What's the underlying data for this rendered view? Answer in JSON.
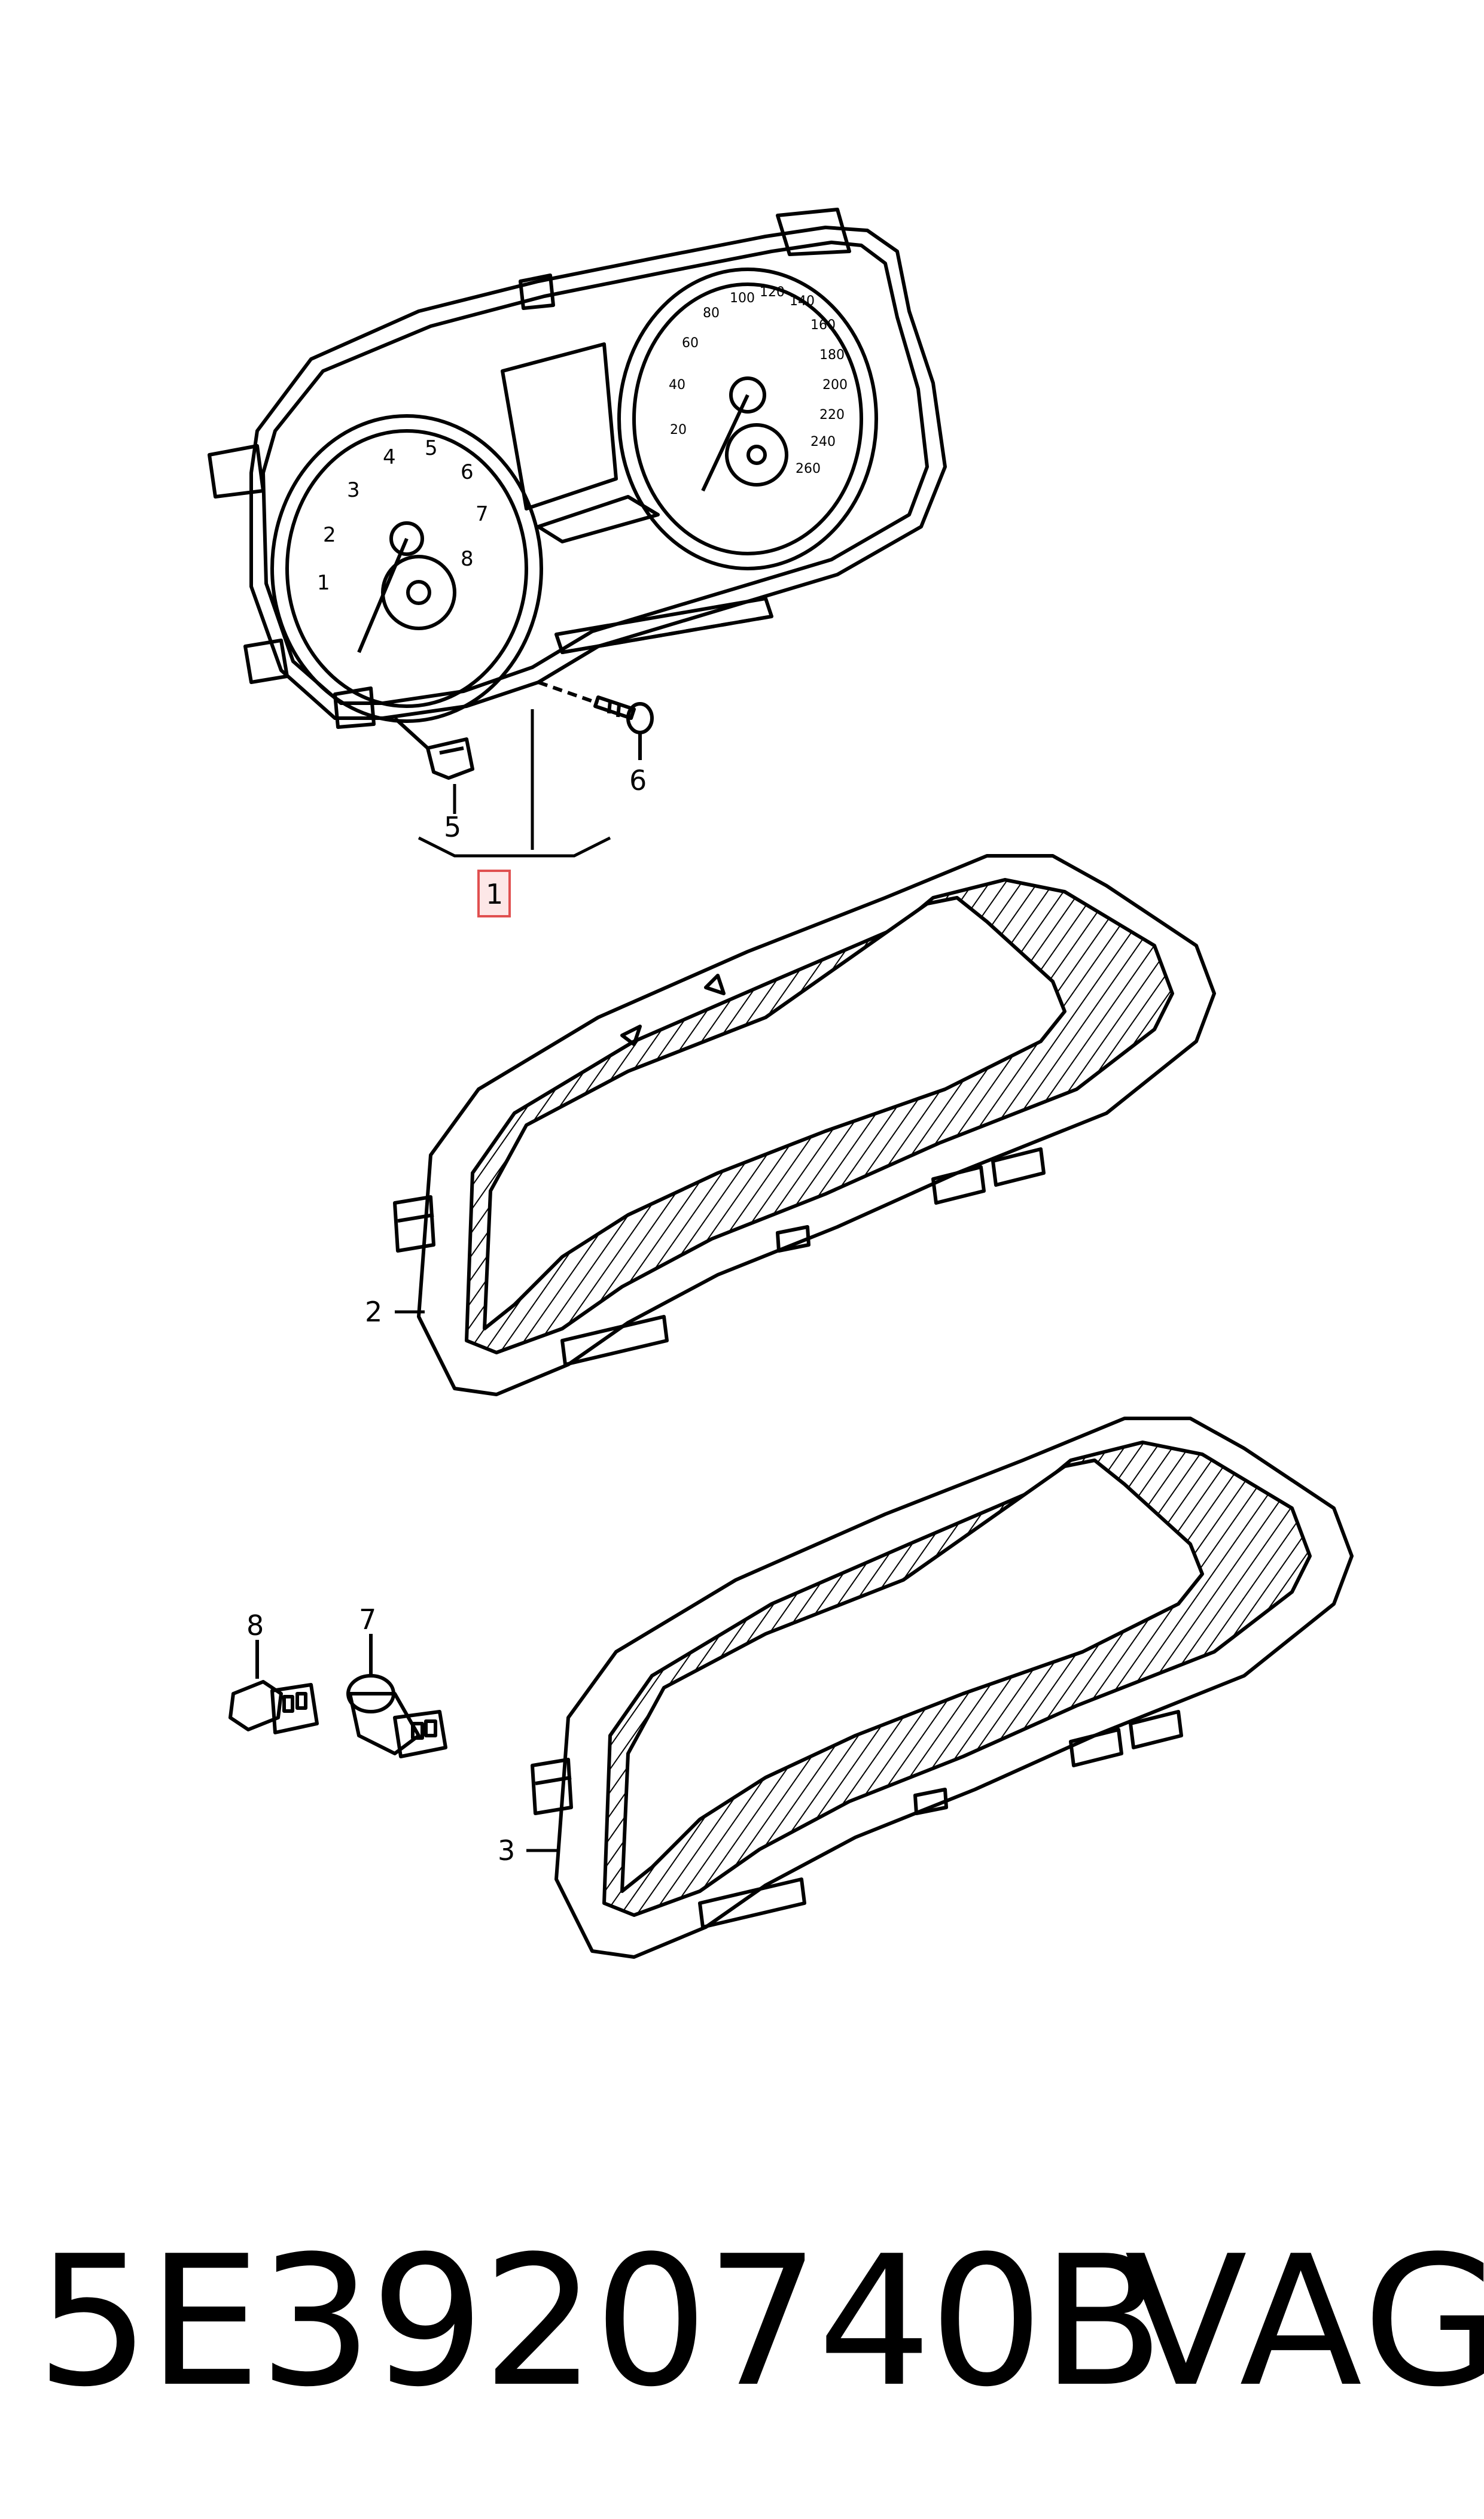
{
  "callouts": {
    "c1": "1",
    "c2": "2",
    "c3": "3",
    "c5": "5",
    "c6": "6",
    "c7": "7",
    "c8": "8"
  },
  "tachometer": {
    "ticks": [
      "1",
      "2",
      "3",
      "4",
      "5",
      "6",
      "7",
      "8"
    ]
  },
  "speedometer": {
    "ticks": [
      "20",
      "40",
      "60",
      "80",
      "100",
      "120",
      "140",
      "160",
      "180",
      "200",
      "220",
      "240",
      "260"
    ]
  },
  "footer": {
    "part_number": "5E3920740B",
    "brand": "VAG"
  },
  "colors": {
    "line": "#000000",
    "highlight_box": "#e05050",
    "highlight_fill": "#fde7e7"
  }
}
